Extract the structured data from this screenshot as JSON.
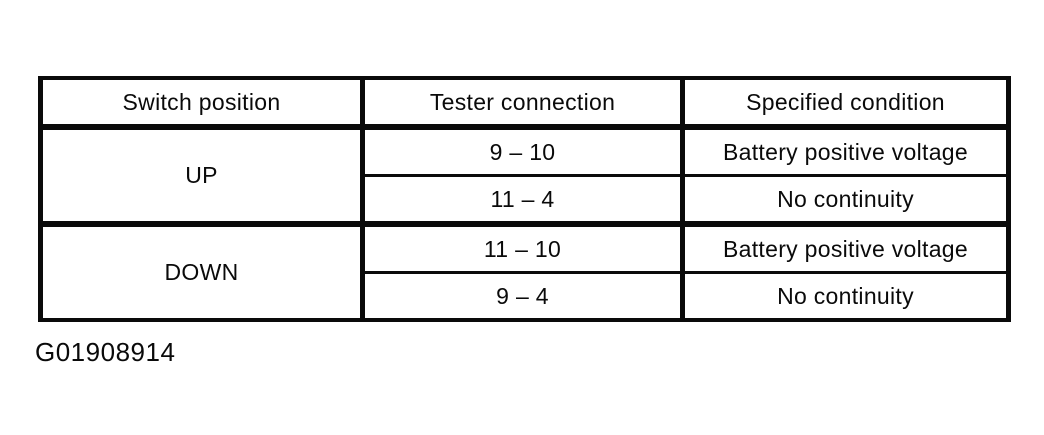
{
  "colors": {
    "ink": "#0a0a0a",
    "background": "#ffffff"
  },
  "table": {
    "headers": {
      "switch_position": "Switch position",
      "tester_connection": "Tester connection",
      "specified_condition": "Specified condition"
    },
    "groups": [
      {
        "position": "UP",
        "rows": [
          {
            "connection": "9 – 10",
            "condition": "Battery positive voltage"
          },
          {
            "connection": "11 – 4",
            "condition": "No continuity"
          }
        ]
      },
      {
        "position": "DOWN",
        "rows": [
          {
            "connection": "11 – 10",
            "condition": "Battery positive voltage"
          },
          {
            "connection": "9 – 4",
            "condition": "No continuity"
          }
        ]
      }
    ]
  },
  "figure_id": "G01908914"
}
